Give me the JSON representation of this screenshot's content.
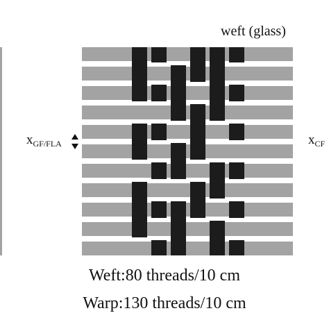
{
  "diagram": {
    "weft_label": "weft (glass)",
    "left_cut_char": ")",
    "x_left": {
      "main": "x",
      "sub": "GF/FLA"
    },
    "x_right": {
      "main": "x",
      "sub": "CF"
    },
    "captions": [
      "Weft:80 threads/10 cm",
      "Warp:130 threads/10 cm"
    ],
    "colors": {
      "weft": "#a3a3a3",
      "warp": "#1c1c1c",
      "background": "#ffffff"
    },
    "arrow_icon": "up-down-arrow-icon"
  }
}
